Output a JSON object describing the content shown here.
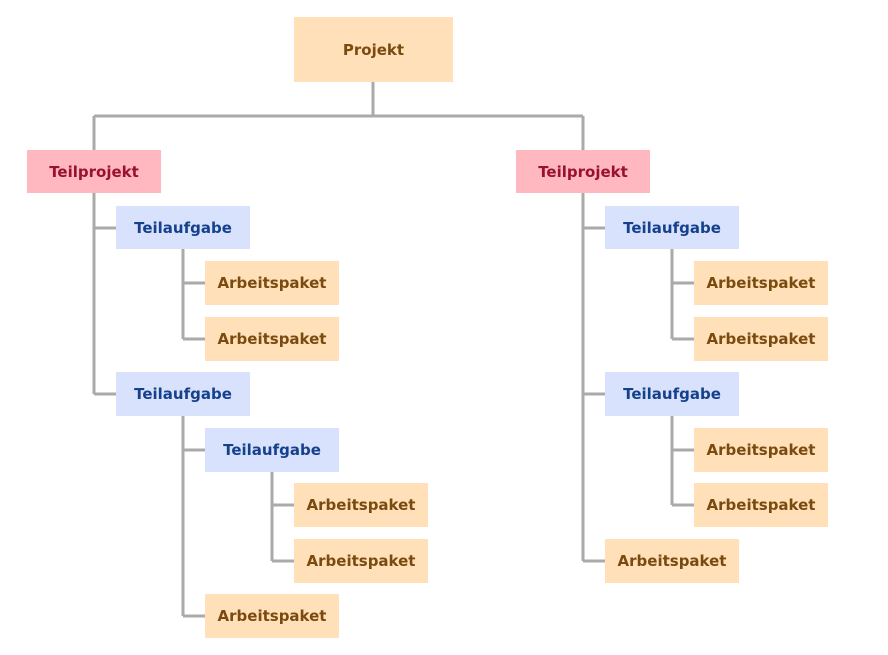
{
  "tree": {
    "root": {
      "label": "Projekt"
    },
    "left": {
      "label": "Teilprojekt",
      "task1": {
        "label": "Teilaufgabe",
        "packages": [
          "Arbeitspaket",
          "Arbeitspaket"
        ]
      },
      "task2": {
        "label": "Teilaufgabe",
        "subtask": {
          "label": "Teilaufgabe",
          "packages": [
            "Arbeitspaket",
            "Arbeitspaket"
          ]
        },
        "package": "Arbeitspaket"
      }
    },
    "right": {
      "label": "Teilprojekt",
      "task1": {
        "label": "Teilaufgabe",
        "packages": [
          "Arbeitspaket",
          "Arbeitspaket"
        ]
      },
      "task2": {
        "label": "Teilaufgabe",
        "packages": [
          "Arbeitspaket",
          "Arbeitspaket"
        ]
      },
      "package": "Arbeitspaket"
    }
  },
  "colors": {
    "connector": "#aaaaaa",
    "project_fill": "#ffe0b8",
    "subproject_fill": "#ffb8c0",
    "task_fill": "#d8e2fc",
    "workpackage_fill": "#ffe0b8"
  }
}
